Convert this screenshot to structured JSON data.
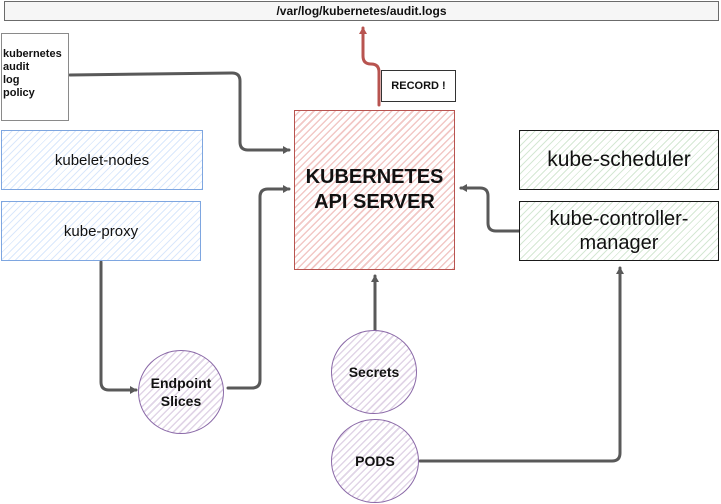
{
  "log_path": "/var/log/kubernetes/audit.logs",
  "policy_lines": [
    "kubernetes",
    "audit",
    "log",
    "policy"
  ],
  "api_server": {
    "line1": "KUBERNETES",
    "line2": "API SERVER"
  },
  "record_label": "RECORD !",
  "kubelet_nodes": "kubelet-nodes",
  "kube_proxy": "kube-proxy",
  "kube_scheduler": "kube-scheduler",
  "kube_controller": {
    "line1": "kube-controller-",
    "line2": "manager"
  },
  "endpoint_slices": {
    "line1": "Endpoint",
    "line2": "Slices"
  },
  "secrets": "Secrets",
  "pods": "PODS",
  "colors": {
    "arrow_gray": "#595959",
    "arrow_red": "#b85450",
    "blue_fill": "#dae8fc",
    "green_fill": "#d5e8d4",
    "red_fill": "#f8cecc",
    "purple_fill": "#e1d5e7"
  }
}
